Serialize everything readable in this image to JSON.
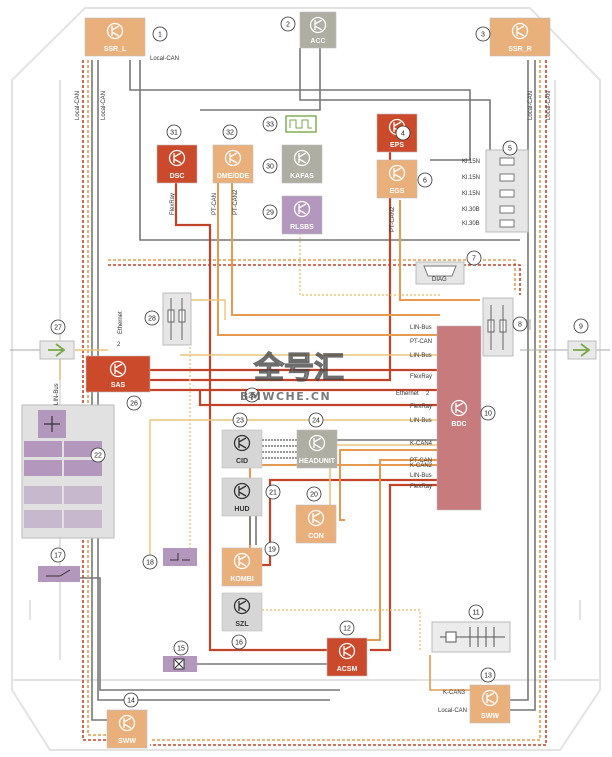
{
  "colors": {
    "orange": "#eab07c",
    "red": "#cc4a2c",
    "grey": "#aeaea3",
    "purple": "#b497bd",
    "bdc": "#c77b7d",
    "lightgrey": "#d6d6d6",
    "wire_grey": "#777777",
    "wire_red": "#c0432a",
    "wire_orange": "#e59a4f",
    "wire_yellow": "#ebc47a",
    "frame": "#e3e3e3"
  },
  "controllers": {
    "ssr_l": "SSR_L",
    "acc": "ACC",
    "ssr_r": "SSR_R",
    "dsc": "DSC",
    "dme": "DME/DDE",
    "kafas": "KAFAS",
    "eps": "EPS",
    "egs": "EGS",
    "rlsbs": "RLSBS",
    "sas": "SAS",
    "bdc": "BDC",
    "cid": "CID",
    "headunit": "HEADUNIT",
    "hud": "HUD",
    "con": "CON",
    "kombi": "KOMBI",
    "szl": "SZL",
    "acsm": "ACSM",
    "sww_l": "SWW",
    "sww_r": "SWW",
    "diag": "DIAG"
  },
  "numbers": [
    "1",
    "2",
    "3",
    "4",
    "5",
    "6",
    "7",
    "8",
    "9",
    "10",
    "11",
    "12",
    "13",
    "14",
    "15",
    "16",
    "17",
    "18",
    "19",
    "20",
    "21",
    "22",
    "23",
    "24",
    "25",
    "26",
    "27",
    "28",
    "29",
    "30",
    "31",
    "32",
    "33"
  ],
  "bus_labels": {
    "local_can_top": "Local-CAN",
    "local_can_left_1": "Local-CAN",
    "local_can_left_2": "Local-CAN",
    "local_can_right_1": "Local-CAN",
    "local_can_right_2": "Local-CAN",
    "local_can_bottom": "Local-CAN",
    "kl15n_1": "Kl.15N",
    "kl15n_2": "Kl.15N",
    "kl15n_3": "Kl.15N",
    "kl30b_1": "Kl.30B",
    "kl30b_2": "Kl.30B",
    "lin_bus_1": "LIN-Bus",
    "pt_can_1": "PT-CAN",
    "lin_bus_2": "LIN-Bus",
    "flexray_1": "FlexRay",
    "ethernet": "Ethernet",
    "flexray_2": "FlexRay",
    "lin_bus_3": "LIN-Bus",
    "k_can4": "K-CAN4",
    "pt_can_2": "PT-CAN",
    "k_can2": "K-CAN2",
    "lin_bus_4": "LIN-Bus",
    "flexray_3": "FlexRay",
    "k_can3": "K-CAN3",
    "flexray_v": "FlexRay",
    "pt_can2_dme": "PT-CAN",
    "pt_can2_dme2": "PT-CAN2",
    "pt_can2_egs": "PT-CAN2",
    "ethernet_sas": "Ethernet",
    "lin_bus_left": "LIN-Bus",
    "two_1": "2",
    "two_2": "2"
  },
  "watermark": {
    "cn": "全号汇",
    "url": "BMWCHE.CN"
  }
}
